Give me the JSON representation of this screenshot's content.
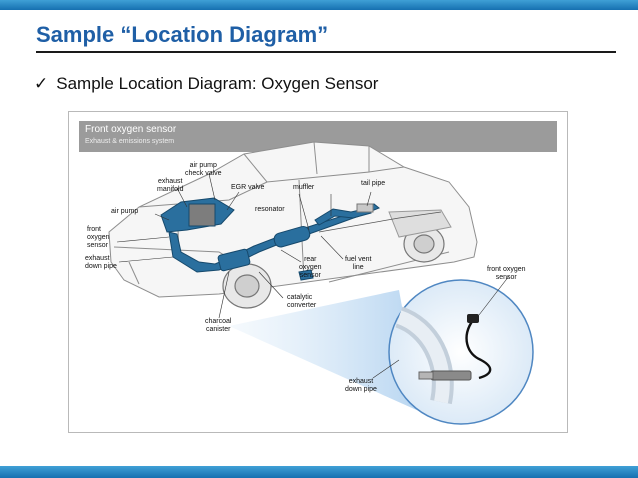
{
  "slide": {
    "title": "Sample “Location Diagram”",
    "bullet_check": "✓",
    "bullet_text": "Sample Location Diagram: Oxygen Sensor"
  },
  "figure": {
    "header_title": "Front oxygen sensor",
    "header_subtitle": "Exhaust & emissions system",
    "labels": {
      "air_pump_check_valve": "air pump\ncheck valve",
      "exhaust_manifold": "exhaust\nmanifold",
      "egr_valve": "EGR valve",
      "muffler": "muffler",
      "tail_pipe": "tail pipe",
      "air_pump": "air pump",
      "resonator": "resonator",
      "front_oxygen_sensor": "front\noxygen\nsensor",
      "exhaust_down_pipe": "exhaust\ndown pipe",
      "rear_oxygen_sensor": "rear\noxygen\nsensor",
      "fuel_vent_line": "fuel vent\nline",
      "catalytic_converter": "catalytic\nconverter",
      "charcoal_canister": "charcoal\ncanister",
      "inset_front_oxygen_sensor": "front oxygen\nsensor",
      "inset_exhaust_down_pipe": "exhaust\ndown pipe"
    }
  }
}
